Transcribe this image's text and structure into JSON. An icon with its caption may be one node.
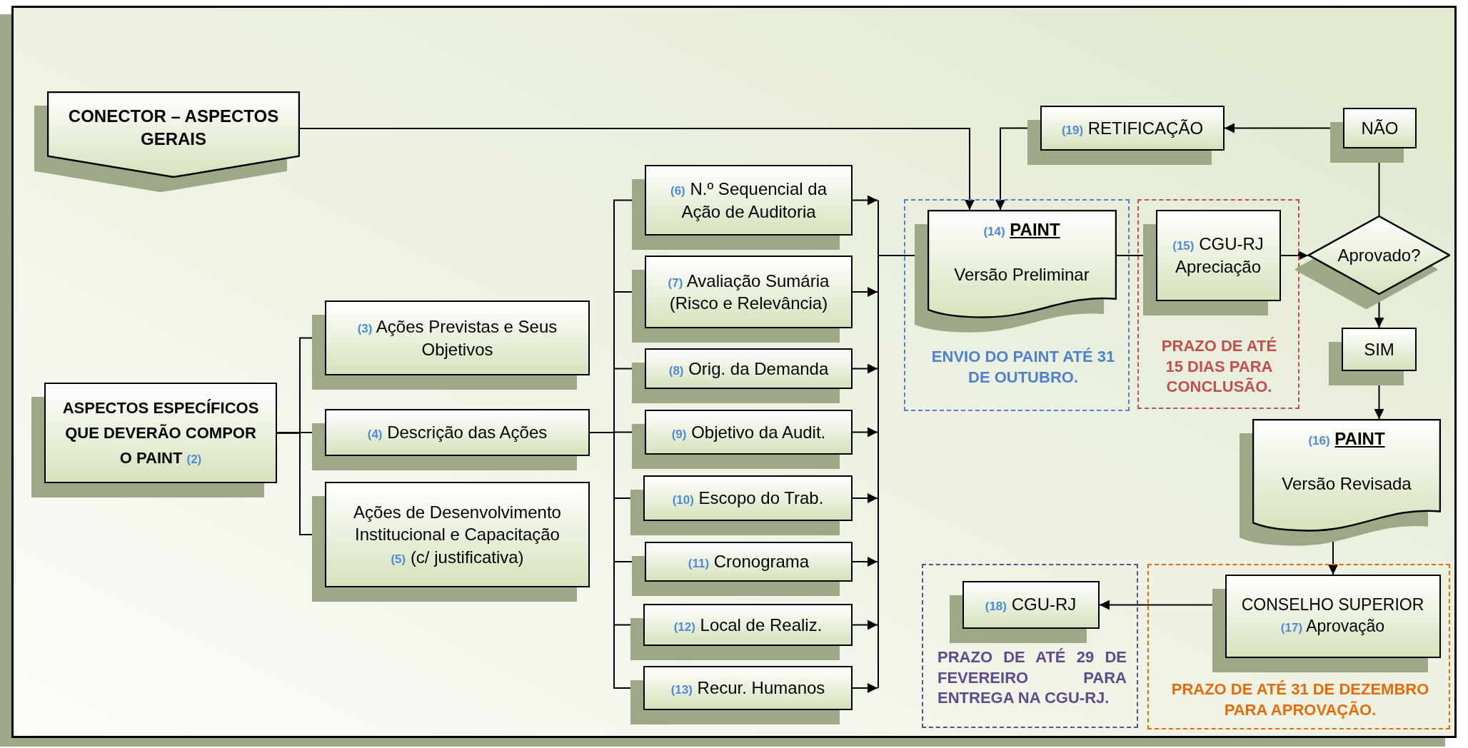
{
  "diagram": {
    "nodes": [
      {
        "text": [
          "CONECTOR – ASPECTOS GERAIS"
        ]
      },
      {
        "text": [
          "ASPECTOS ESPECÍFICOS QUE DEVERÃO COMPOR O PAINT",
          "(2)"
        ]
      },
      {
        "text": [
          "(3)",
          "Ações Previstas e Seus Objetivos"
        ]
      },
      {
        "text": [
          "(4)",
          "Descrição das Ações"
        ]
      },
      {
        "text": [
          "Ações de Desenvolvimento Institucional e Capacitação",
          "(5)",
          "(c/ justificativa)"
        ]
      },
      {
        "text": [
          "(6)",
          "N.º Sequencial da Ação de Auditoria"
        ]
      },
      {
        "text": [
          "(7)",
          "Avaliação Sumária (Risco e Relevância)"
        ]
      },
      {
        "text": [
          "(8)",
          "Orig. da Demanda"
        ]
      },
      {
        "text": [
          "(9)",
          "Objetivo da Audit."
        ]
      },
      {
        "text": [
          "(10)",
          "Escopo do Trab."
        ]
      },
      {
        "text": [
          "(11)",
          "Cronograma"
        ]
      },
      {
        "text": [
          "(12)",
          "Local de Realiz."
        ]
      },
      {
        "text": [
          "(13)",
          "Recur. Humanos"
        ]
      },
      {
        "text": [
          "ENVIO DO PAINT ATÉ 31 DE OUTUBRO."
        ]
      },
      {
        "text": [
          "(14)",
          "PAINT",
          "Versão Preliminar"
        ],
        "in": 13
      },
      {
        "text": [
          "PRAZO DE ATÉ 15 DIAS PARA CONCLUSÃO."
        ]
      },
      {
        "text": [
          "(15)",
          "CGU-RJ",
          "Apreciação"
        ],
        "in": 15
      },
      {
        "text": [
          "(19)",
          "RETIFICAÇÃO"
        ]
      },
      {
        "text": [
          "NÃO"
        ]
      },
      {
        "text": [
          "Aprovado?"
        ]
      },
      {
        "text": [
          "SIM"
        ]
      },
      {
        "text": [
          "(16)",
          "PAINT",
          "Versão Revisada"
        ]
      },
      {
        "text": [
          "PRAZO DE ATÉ 29 DE FEVEREIRO PARA ENTREGA NA CGU-RJ."
        ]
      },
      {
        "text": [
          "(18)",
          "CGU-RJ"
        ],
        "in": 22
      },
      {
        "text": [
          "PRAZO DE ATÉ 31 DE DEZEMBRO PARA APROVAÇÃO."
        ]
      },
      {
        "text": [
          "CONSELHO SUPERIOR",
          "(17)",
          "Aprovação"
        ],
        "in": 24
      }
    ],
    "edges": [
      {
        "from": 0,
        "to": 14,
        "arrow": "to"
      },
      {
        "from": 1,
        "to": 2,
        "arrow": "to"
      },
      {
        "from": 1,
        "to": 3,
        "arrow": "to"
      },
      {
        "from": 1,
        "to": 4,
        "arrow": "to"
      },
      {
        "from": 3,
        "to": 5,
        "arrow": "to"
      },
      {
        "from": 3,
        "to": 6,
        "arrow": "to"
      },
      {
        "from": 3,
        "to": 7,
        "arrow": "to"
      },
      {
        "from": 3,
        "to": 8,
        "arrow": "to"
      },
      {
        "from": 3,
        "to": 9,
        "arrow": "to"
      },
      {
        "from": 3,
        "to": 10,
        "arrow": "to"
      },
      {
        "from": 3,
        "to": 11,
        "arrow": "to"
      },
      {
        "from": 3,
        "to": 12,
        "arrow": "to"
      },
      {
        "from": 5,
        "to": 14,
        "arrow": "to"
      },
      {
        "from": 6,
        "to": 14,
        "arrow": "to"
      },
      {
        "from": 7,
        "to": 14,
        "arrow": "to"
      },
      {
        "from": 8,
        "to": 14,
        "arrow": "to"
      },
      {
        "from": 9,
        "to": 14,
        "arrow": "to"
      },
      {
        "from": 10,
        "to": 14,
        "arrow": "to"
      },
      {
        "from": 11,
        "to": 14,
        "arrow": "to"
      },
      {
        "from": 12,
        "to": 14,
        "arrow": "to"
      },
      {
        "from": 14,
        "to": 16,
        "arrow": "to"
      },
      {
        "from": 16,
        "to": 19,
        "arrow": "to"
      },
      {
        "from": 19,
        "to": 18,
        "arrow": "to"
      },
      {
        "from": 18,
        "to": 17,
        "arrow": "to"
      },
      {
        "from": 17,
        "to": 14,
        "arrow": "to"
      },
      {
        "from": 19,
        "to": 20,
        "arrow": "to"
      },
      {
        "from": 20,
        "to": 21,
        "arrow": "to"
      },
      {
        "from": 21,
        "to": 25,
        "arrow": "to"
      },
      {
        "from": 25,
        "to": 23,
        "arrow": "to"
      }
    ]
  }
}
